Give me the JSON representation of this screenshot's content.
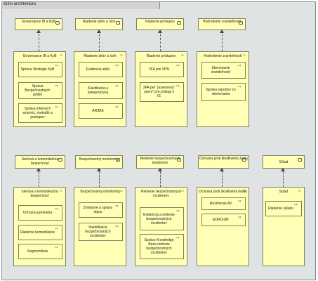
{
  "diagram": {
    "title": "Bižni architektúra"
  },
  "row1": {
    "interfaces": [
      {
        "label": "Governance IB a KyB"
      },
      {
        "label": "Riadenie aktív a rizík"
      },
      {
        "label": "Riadenie prístupov"
      },
      {
        "label": "Hodnotenie zraniteľností"
      }
    ],
    "groups": [
      {
        "label": "Governance IB a KyB",
        "items": [
          "Správa Stratégie KyB",
          "Správa Bezpečnostných politík",
          "Správa interných smerníc, metodík a postupov"
        ]
      },
      {
        "label": "Riadenie aktív a rizík",
        "items": [
          "Evidencia aktív",
          "Klasifikácia a kategorizácia",
          "AR/BIA"
        ]
      },
      {
        "label": "Riadenie prístupov",
        "items": [
          "2FA pre VPN",
          "2FA pre \"povesrený\" users\" pre prístup k IS"
        ]
      },
      {
        "label": "Hodnotenie zraniteľností",
        "items": [
          "Skenovanie zraniteľností",
          "Správa reportov zo skenovania"
        ]
      }
    ]
  },
  "row2": {
    "interfaces": [
      {
        "label": "Sieťová a komunikačná bezpečnosť"
      },
      {
        "label": "Bezpečnostný monitoring"
      },
      {
        "label": "Riešenie bezpečnostných incidentov"
      },
      {
        "label": "Ochrana proti škodlivému kódu"
      },
      {
        "label": "Súlad"
      }
    ],
    "groups": [
      {
        "label": "Sieťová a komunikačná bezpečnosť",
        "items": [
          "Ochrana perimetra",
          "Riadenie komunikácie",
          "Segmentácia"
        ]
      },
      {
        "label": "Bezpečnostný monitoring",
        "items": [
          "Zhodanie a správa logov",
          "Identifikácia bezpečnostných incidentov"
        ]
      },
      {
        "label": "Riešenie bezpečnostných incidentov",
        "items": [
          "Evidencia a riešenie bezpečnostných incidentov",
          "Správa Knowledge Base riešenia bezpečnostných incidentov"
        ]
      },
      {
        "label": "Ochrana proti škodlivému kódu",
        "items": [
          "Rozšírenie AV",
          "EDR/XDR"
        ]
      },
      {
        "label": "Súlad",
        "items": [
          "Riadenie súladu"
        ]
      }
    ]
  }
}
